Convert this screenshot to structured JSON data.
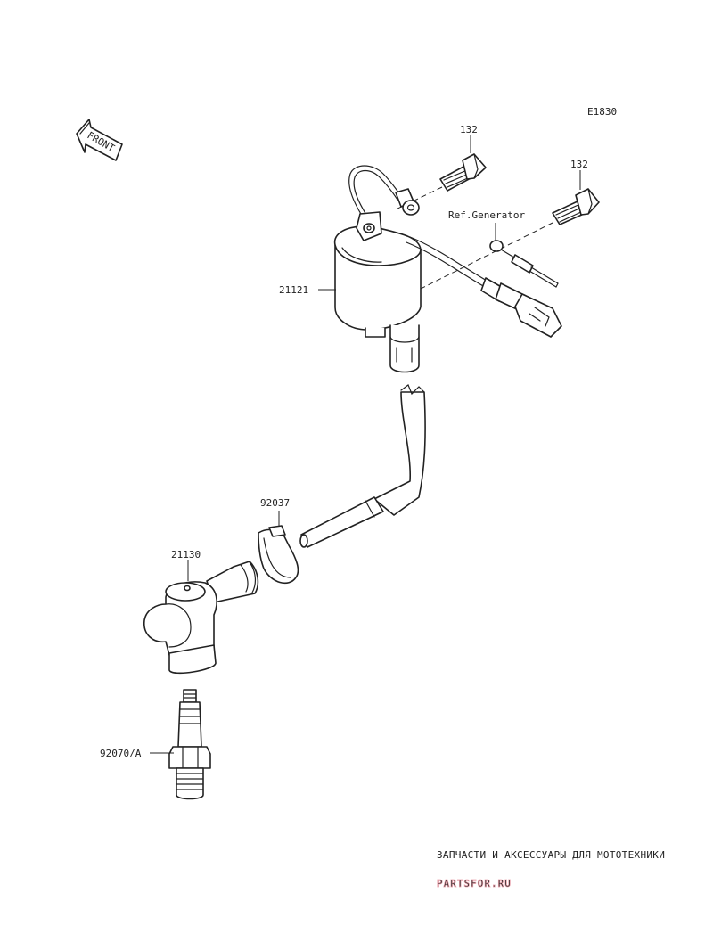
{
  "diagram": {
    "code": "E1830",
    "front_label": "FRONT",
    "callouts": {
      "bolt_upper": "132",
      "bolt_right": "132",
      "ref_generator": "Ref.Generator",
      "ignition_coil": "21121",
      "clamp": "92037",
      "plug_cap": "21130",
      "spark_plug": "92070/A"
    }
  },
  "watermark": {
    "caption": "ЗАПЧАСТИ И АКСЕССУАРЫ ДЛЯ МОТОТЕХНИКИ",
    "logo": "PARTSFOR.RU"
  },
  "colors": {
    "ink": "#222222",
    "watermark": "#e9a3ad",
    "background": "#ffffff"
  }
}
